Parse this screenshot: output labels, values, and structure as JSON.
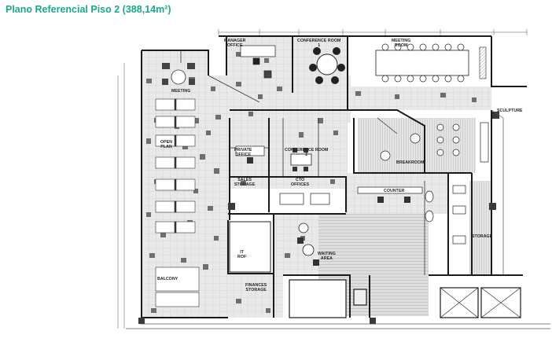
{
  "title": "Plano Referencial Piso 2 (388,14m²)",
  "rooms": {
    "manager_office": "MANAGER OFFICE",
    "conference_room_1": "CONFERENCE ROOM 1",
    "meeting_room": "MEETING ROOM",
    "sculpture": "SCULPTURE",
    "open_plan": "OPEN PLAN",
    "private_office": "PRIVATE OFFICE",
    "conference_room_2": "CONFERENCE ROOM 2",
    "breakroom": "BREAKROOM",
    "sales_storage": "SALES STORAGE",
    "cto_offices": "CTO OFFICES",
    "counter": "COUNTER",
    "storage": "STORAGE",
    "it_rof": "IT ROF",
    "waiting_area": "WAITING AREA",
    "finances_storage": "FINANCES STORAGE",
    "teamwork_meeting": "MEETING",
    "balcony": "BALCONY"
  }
}
